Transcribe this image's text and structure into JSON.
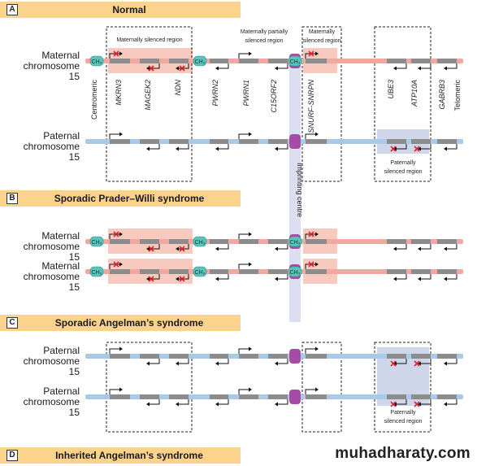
{
  "sections": [
    {
      "letter": "A",
      "title": "Normal"
    },
    {
      "letter": "B",
      "title": "Sporadic Prader–Willi syndrome"
    },
    {
      "letter": "C",
      "title": "Sporadic Angelman’s syndrome"
    },
    {
      "letter": "D",
      "title": "Inherited Angelman’s syndrome"
    }
  ],
  "chromosome_labels": {
    "maternal_line1": "Maternal",
    "paternal_line1": "Paternal",
    "line2": "chromosome 15"
  },
  "region_labels": {
    "maternally_silenced": "Maternally silenced region",
    "maternally_partially_l1": "Maternally partially",
    "maternally_partially_l2": "silenced region",
    "maternally_l1": "Maternally",
    "maternally_l2": "silenced region",
    "paternally_l1": "Paternally",
    "paternally_l2": "silenced region"
  },
  "gene_labels": [
    "Centromeric",
    "MKRN3",
    "MAGEK2",
    "NDN",
    "PWRN2",
    "PWRN1",
    "C15ORF2",
    "SNURF-SNRPN",
    "UBE3",
    "ATP10A",
    "GABRB3",
    "Telomeric"
  ],
  "methyl_label": "CH₃",
  "imprinting_label": "Imprinting centre",
  "watermark": "muhadharaty.com",
  "colors": {
    "band": "#fbd38c",
    "maternal_chromosome": "#f2a7a1",
    "paternal_chromosome": "#a9c9e9",
    "silenced_maternal": "#f8c9bf",
    "silenced_paternal": "#cfd6ea",
    "imprinting_centre": "#dcdff0",
    "gene": "#8c8c8c",
    "centromere": "#a64ca6",
    "methyl": "#5cc3ba",
    "cross": "#e2232a"
  }
}
